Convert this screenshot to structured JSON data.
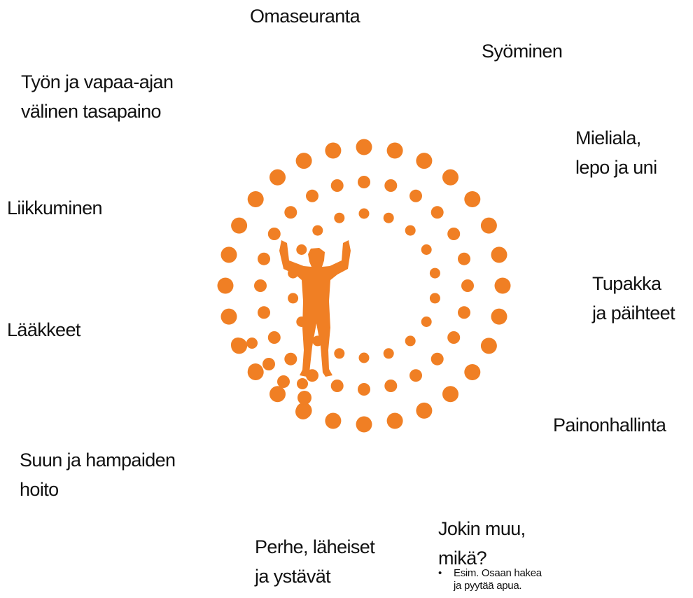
{
  "colors": {
    "accent": "#F07F24",
    "text": "#111111"
  },
  "labels": {
    "omaseuranta": "Omaseuranta",
    "syominen": "Syöminen",
    "tyo_line1": "Työn ja vapaa-ajan",
    "tyo_line2": "välinen tasapaino",
    "mieliala_line1": "Mieliala,",
    "mieliala_line2": "lepo ja uni",
    "liikkuminen": "Liikkuminen",
    "tupakka_line1": "Tupakka",
    "tupakka_line2": "ja päihteet",
    "laakkeet": "Lääkkeet",
    "painonhallinta": "Painonhallinta",
    "suu_line1": "Suun ja hampaiden",
    "suu_line2": "hoito",
    "jokin_line1": "Jokin muu,",
    "jokin_line2": "mikä?",
    "perhe_line1": "Perhe, läheiset",
    "perhe_line2": "ja ystävät"
  },
  "note": {
    "bullet": "•",
    "line1": "Esim. Osaan hakea",
    "line2": "ja pyytää apua."
  },
  "center_icon": "human-figure-icon"
}
